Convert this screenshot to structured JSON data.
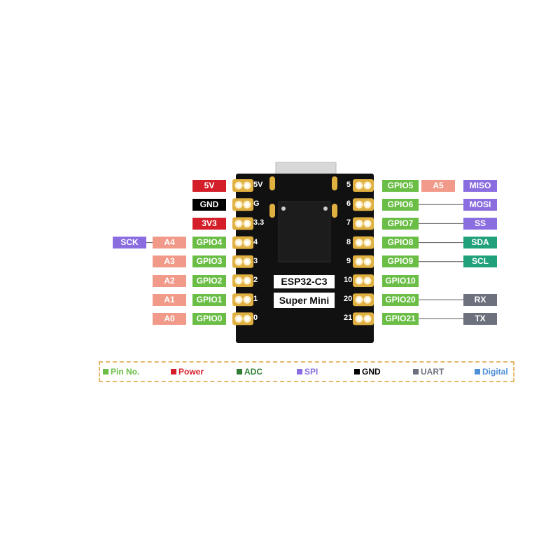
{
  "board": {
    "name_line1": "ESP32-C3",
    "name_line2": "Super Mini",
    "color": "#111111"
  },
  "left_pins": [
    {
      "num": "5V",
      "labels": [
        {
          "text": "5V",
          "category": "power"
        }
      ]
    },
    {
      "num": "G",
      "labels": [
        {
          "text": "GND",
          "category": "gnd"
        }
      ]
    },
    {
      "num": "3.3",
      "labels": [
        {
          "text": "3V3",
          "category": "power"
        }
      ]
    },
    {
      "num": "4",
      "labels": [
        {
          "text": "GPIO4",
          "category": "gpio"
        },
        {
          "text": "A4",
          "category": "adc"
        },
        {
          "text": "SCK",
          "category": "spi"
        }
      ]
    },
    {
      "num": "3",
      "labels": [
        {
          "text": "GPIO3",
          "category": "gpio"
        },
        {
          "text": "A3",
          "category": "adc"
        }
      ]
    },
    {
      "num": "2",
      "labels": [
        {
          "text": "GPIO2",
          "category": "gpio"
        },
        {
          "text": "A2",
          "category": "adc"
        }
      ]
    },
    {
      "num": "1",
      "labels": [
        {
          "text": "GPIO1",
          "category": "gpio"
        },
        {
          "text": "A1",
          "category": "adc"
        }
      ]
    },
    {
      "num": "0",
      "labels": [
        {
          "text": "GPIO0",
          "category": "gpio"
        },
        {
          "text": "A0",
          "category": "adc"
        }
      ]
    }
  ],
  "right_pins": [
    {
      "num": "5",
      "labels": [
        {
          "text": "GPIO5",
          "category": "gpio"
        },
        {
          "text": "A5",
          "category": "adc"
        },
        {
          "text": "MISO",
          "category": "spi"
        }
      ]
    },
    {
      "num": "6",
      "labels": [
        {
          "text": "GPIO6",
          "category": "gpio"
        },
        {
          "text": "MOSI",
          "category": "spi"
        }
      ]
    },
    {
      "num": "7",
      "labels": [
        {
          "text": "GPIO7",
          "category": "gpio"
        },
        {
          "text": "SS",
          "category": "spi"
        }
      ]
    },
    {
      "num": "8",
      "labels": [
        {
          "text": "GPIO8",
          "category": "gpio"
        },
        {
          "text": "SDA",
          "category": "i2c"
        }
      ]
    },
    {
      "num": "9",
      "labels": [
        {
          "text": "GPIO9",
          "category": "gpio"
        },
        {
          "text": "SCL",
          "category": "i2c"
        }
      ]
    },
    {
      "num": "10",
      "labels": [
        {
          "text": "GPIO10",
          "category": "gpio"
        }
      ]
    },
    {
      "num": "20",
      "labels": [
        {
          "text": "GPIO20",
          "category": "gpio"
        },
        {
          "text": "RX",
          "category": "uart"
        }
      ]
    },
    {
      "num": "21",
      "labels": [
        {
          "text": "GPIO21",
          "category": "gpio"
        },
        {
          "text": "TX",
          "category": "uart"
        }
      ]
    }
  ],
  "legend": [
    {
      "label": "Pin No.",
      "color": "#6abe45"
    },
    {
      "label": "Power",
      "color": "#d41f2a"
    },
    {
      "label": "ADC",
      "color": "#2e7d32"
    },
    {
      "label": "SPI",
      "color": "#8a6ee0"
    },
    {
      "label": "GND",
      "color": "#000000"
    },
    {
      "label": "UART",
      "color": "#6d717e"
    },
    {
      "label": "Digital",
      "color": "#4f8fd6"
    }
  ],
  "colors": {
    "gpio": "#6abe45",
    "adc": "#f19a89",
    "spi": "#8a6ee0",
    "power": "#d41f2a",
    "gnd": "#000000",
    "uart": "#6d717e",
    "i2c": "#21a07c",
    "pad_gold": "#e0b040",
    "legend_border": "#e6b86a"
  }
}
